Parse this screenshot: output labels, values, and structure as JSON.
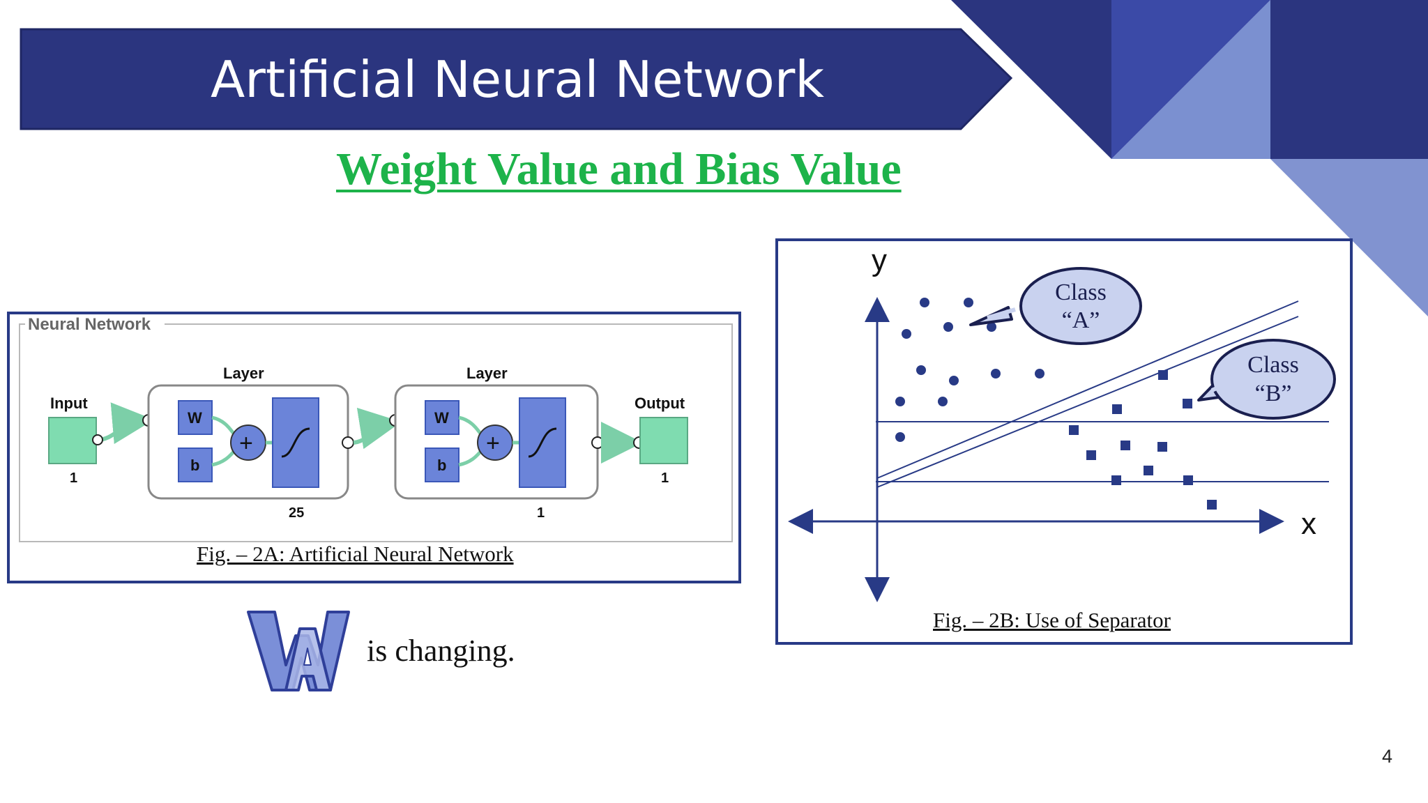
{
  "slide": {
    "title": "Artificial Neural Network",
    "subtitle": "Weight Value and Bias Value",
    "page_number": "4",
    "changing_text": "is changing.",
    "colors": {
      "banner": "#2b357f",
      "accent_green": "#1db34a",
      "box_border": "#283a86",
      "node_blue": "#6b84d9",
      "io_green": "#7fdcb0"
    }
  },
  "fig_a": {
    "frame_label": "Neural Network",
    "input_label": "Input",
    "input_count": "1",
    "output_label": "Output",
    "output_count": "1",
    "layer1": {
      "label": "Layer",
      "w": "W",
      "b": "b",
      "size": "25"
    },
    "layer2": {
      "label": "Layer",
      "w": "W",
      "b": "b",
      "size": "1"
    },
    "caption": "Fig. – 2A: Artificial Neural Network"
  },
  "fig_b": {
    "y_label": "y",
    "x_label": "x",
    "class_a": {
      "line1": "Class",
      "line2": "“A”"
    },
    "class_b": {
      "line1": "Class",
      "line2": "“B”"
    },
    "caption": "Fig. – 2B: Use of Separator"
  }
}
